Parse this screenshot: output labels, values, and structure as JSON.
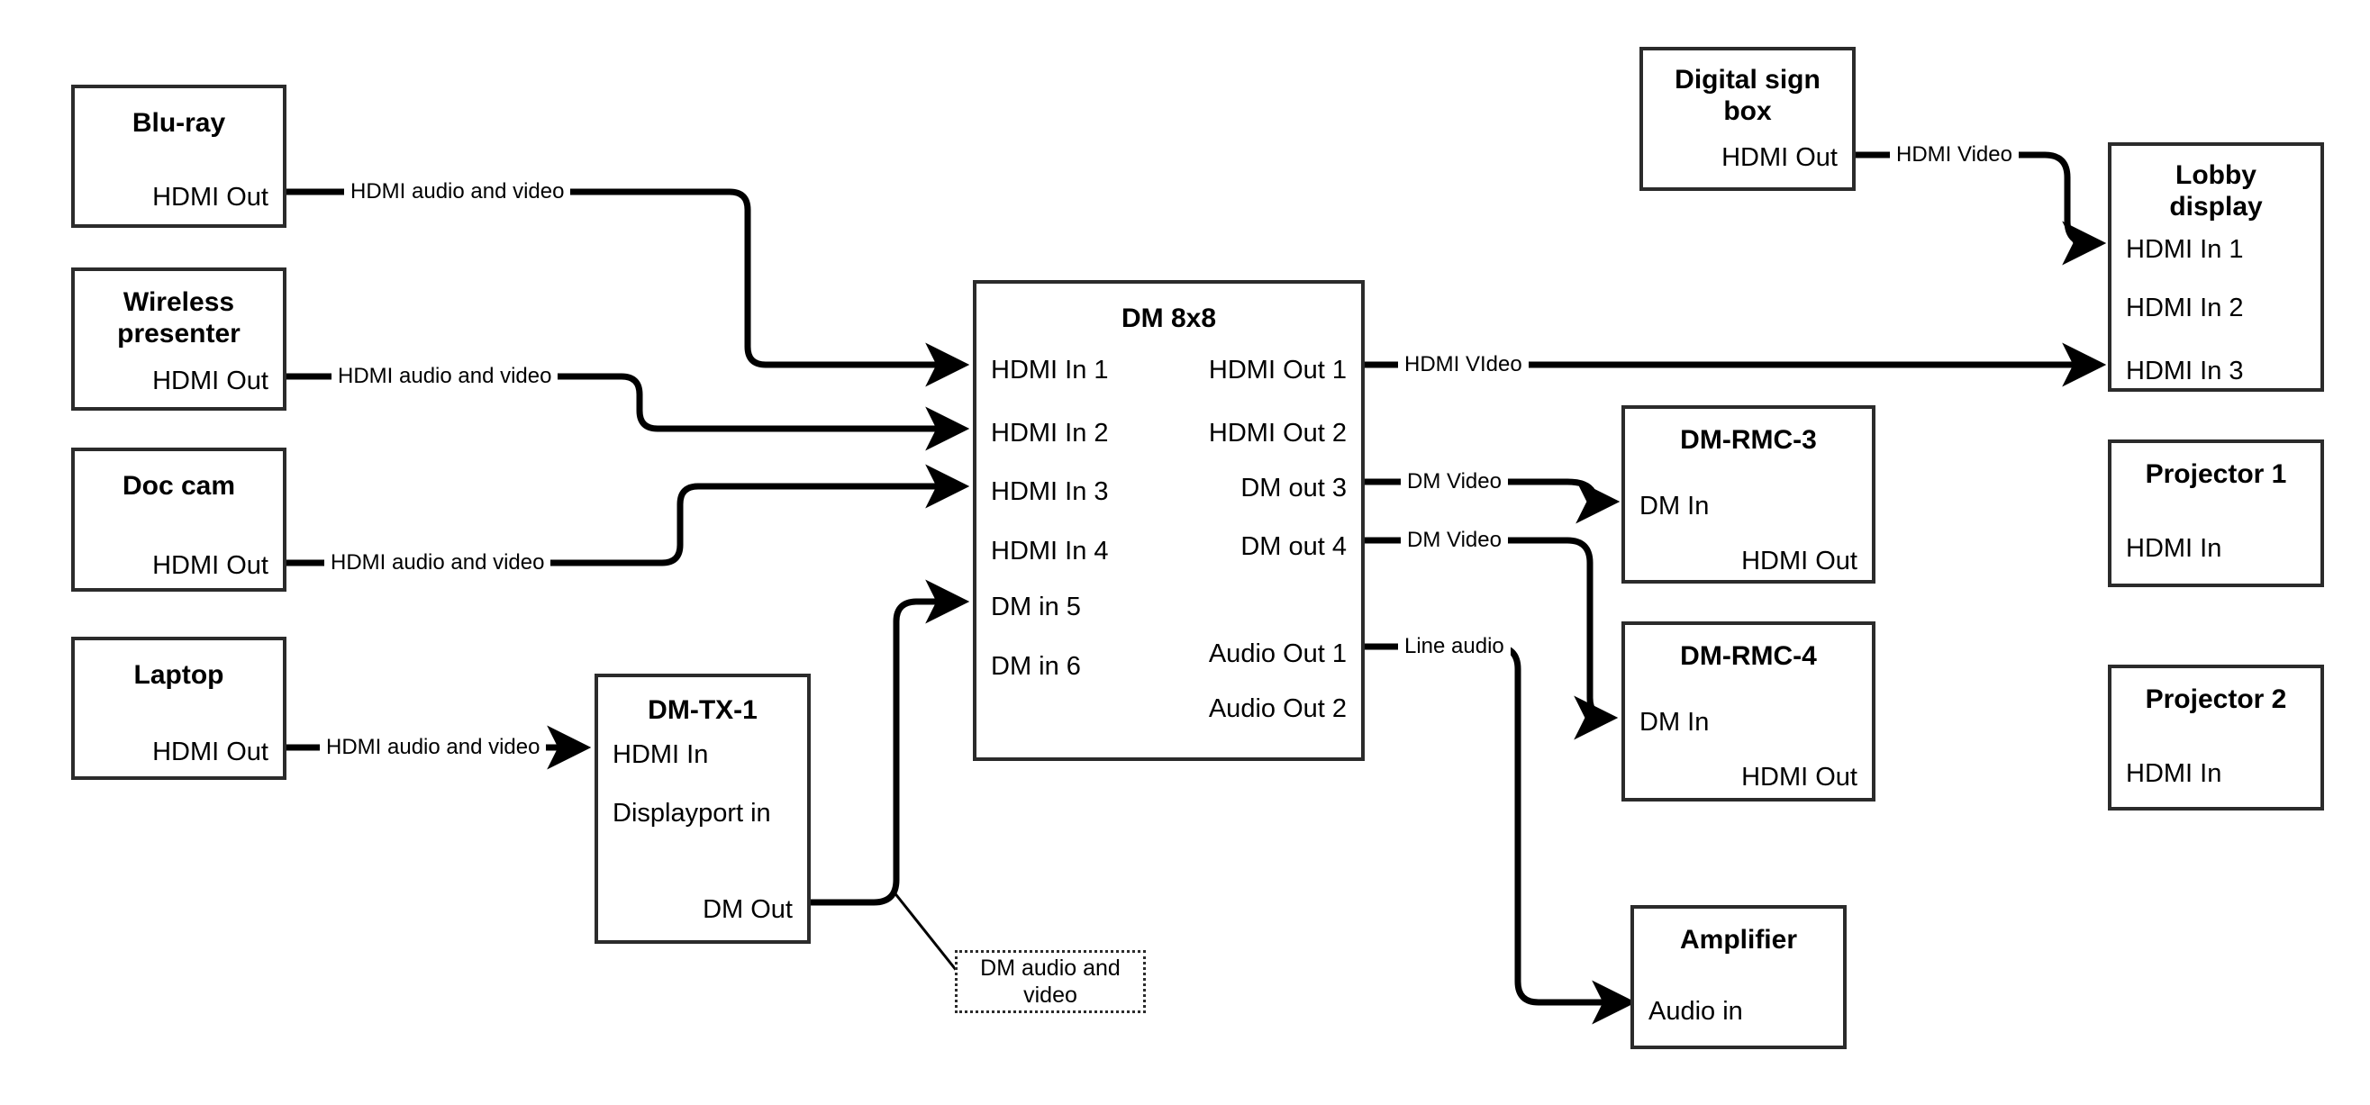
{
  "diagram": {
    "title_hidden": "AV signal flow diagram",
    "nodes": [
      {
        "id": "bluray",
        "title": "Blu-ray",
        "ports_right": [
          "HDMI Out"
        ],
        "ports_left": []
      },
      {
        "id": "wireless-presenter",
        "title": "Wireless presenter",
        "ports_right": [
          "HDMI Out"
        ],
        "ports_left": []
      },
      {
        "id": "doc-cam",
        "title": "Doc cam",
        "ports_right": [
          "HDMI Out"
        ],
        "ports_left": []
      },
      {
        "id": "laptop",
        "title": "Laptop",
        "ports_right": [
          "HDMI Out"
        ],
        "ports_left": []
      },
      {
        "id": "dm-tx-1",
        "title": "DM-TX-1",
        "ports_left": [
          "HDMI In",
          "Displayport in"
        ],
        "ports_right": [
          "DM Out"
        ]
      },
      {
        "id": "dm-8x8",
        "title": "DM 8x8",
        "ports_left": [
          "HDMI In 1",
          "HDMI In 2",
          "HDMI In 3",
          "HDMI In 4",
          "DM in 5",
          "DM in 6"
        ],
        "ports_right": [
          "HDMI Out 1",
          "HDMI Out 2",
          "DM out 3",
          "DM out 4",
          "Audio Out 1",
          "Audio Out 2"
        ]
      },
      {
        "id": "digital-sign-box",
        "title": "Digital sign box",
        "ports_right": [
          "HDMI Out"
        ],
        "ports_left": []
      },
      {
        "id": "lobby-display",
        "title": "Lobby display",
        "ports_left": [
          "HDMI In 1",
          "HDMI In 2",
          "HDMI In 3"
        ],
        "ports_right": []
      },
      {
        "id": "dm-rmc-3",
        "title": "DM-RMC-3",
        "ports_left": [
          "DM In"
        ],
        "ports_right": [
          "HDMI Out"
        ]
      },
      {
        "id": "dm-rmc-4",
        "title": "DM-RMC-4",
        "ports_left": [
          "DM In"
        ],
        "ports_right": [
          "HDMI Out"
        ]
      },
      {
        "id": "projector-1",
        "title": "Projector 1",
        "ports_left": [
          "HDMI In"
        ],
        "ports_right": []
      },
      {
        "id": "projector-2",
        "title": "Projector 2",
        "ports_left": [
          "HDMI In"
        ],
        "ports_right": []
      },
      {
        "id": "amplifier",
        "title": "Amplifier",
        "ports_left": [
          "Audio in"
        ],
        "ports_right": []
      }
    ],
    "connections": [
      {
        "id": "bluray-to-dm8x8",
        "label": "HDMI audio and video",
        "from": "bluray",
        "to": "dm-8x8"
      },
      {
        "id": "wireless-to-dm8x8",
        "label": "HDMI audio and video",
        "from": "wireless-presenter",
        "to": "dm-8x8"
      },
      {
        "id": "doccam-to-dm8x8",
        "label": "HDMI audio and video",
        "from": "doc-cam",
        "to": "dm-8x8"
      },
      {
        "id": "laptop-to-dmtx1",
        "label": "HDMI audio and video",
        "from": "laptop",
        "to": "dm-tx-1"
      },
      {
        "id": "dmtx1-to-dm8x8",
        "label": "DM audio and video",
        "from": "dm-tx-1",
        "to": "dm-8x8"
      },
      {
        "id": "dm8x8-to-lobby",
        "label": "HDMI VIdeo",
        "from": "dm-8x8",
        "to": "lobby-display"
      },
      {
        "id": "dm8x8-to-rmc3",
        "label": "DM Video",
        "from": "dm-8x8",
        "to": "dm-rmc-3"
      },
      {
        "id": "dm8x8-to-rmc4",
        "label": "DM Video",
        "from": "dm-8x8",
        "to": "dm-rmc-4"
      },
      {
        "id": "dm8x8-to-amplifier",
        "label": "Line audio",
        "from": "dm-8x8",
        "to": "amplifier"
      },
      {
        "id": "signbox-to-lobby",
        "label": "HDMI Video",
        "from": "digital-sign-box",
        "to": "lobby-display"
      }
    ],
    "callout": {
      "text": "DM audio and video"
    },
    "colors": {
      "stroke": "#000000",
      "box_border": "#2b2b2b",
      "background": "#ffffff"
    }
  }
}
